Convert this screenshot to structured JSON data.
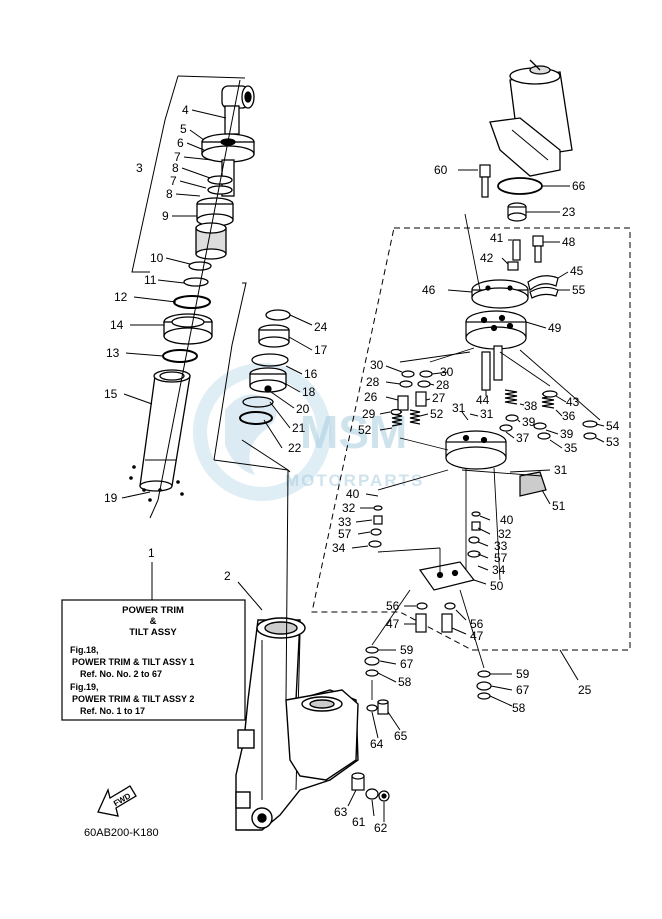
{
  "diagram": {
    "assembly_number": "1",
    "reference_code": "60AB200-K180",
    "fwd_label": "FWD",
    "watermark": {
      "brand": "MSM",
      "tagline": "MOTORPARTS"
    },
    "info_box": {
      "title_line1": "POWER TRIM",
      "title_line2": "&",
      "title_line3": "TILT ASSY",
      "line1": "Fig.18,",
      "line2": "POWER TRIM & TILT ASSY 1",
      "line3": "Ref. No. No. 2 to 67",
      "line4": "Fig.19,",
      "line5": "POWER TRIM & TILT ASSY 2",
      "line6": "Ref. No. 1 to 17"
    },
    "callouts": [
      {
        "id": "c4",
        "label": "4"
      },
      {
        "id": "c5",
        "label": "5"
      },
      {
        "id": "c6",
        "label": "6"
      },
      {
        "id": "c3",
        "label": "3"
      },
      {
        "id": "c7a",
        "label": "7"
      },
      {
        "id": "c8a",
        "label": "8"
      },
      {
        "id": "c7b",
        "label": "7"
      },
      {
        "id": "c8b",
        "label": "8"
      },
      {
        "id": "c9",
        "label": "9"
      },
      {
        "id": "c10",
        "label": "10"
      },
      {
        "id": "c11",
        "label": "11"
      },
      {
        "id": "c12",
        "label": "12"
      },
      {
        "id": "c14",
        "label": "14"
      },
      {
        "id": "c13",
        "label": "13"
      },
      {
        "id": "c15",
        "label": "15"
      },
      {
        "id": "c19",
        "label": "19"
      },
      {
        "id": "c24",
        "label": "24"
      },
      {
        "id": "c17",
        "label": "17"
      },
      {
        "id": "c16",
        "label": "16"
      },
      {
        "id": "c18",
        "label": "18"
      },
      {
        "id": "c20",
        "label": "20"
      },
      {
        "id": "c21",
        "label": "21"
      },
      {
        "id": "c22",
        "label": "22"
      },
      {
        "id": "c2",
        "label": "2"
      },
      {
        "id": "c60",
        "label": "60"
      },
      {
        "id": "c66",
        "label": "66"
      },
      {
        "id": "c23",
        "label": "23"
      },
      {
        "id": "c41",
        "label": "41"
      },
      {
        "id": "c48",
        "label": "48"
      },
      {
        "id": "c42",
        "label": "42"
      },
      {
        "id": "c45",
        "label": "45"
      },
      {
        "id": "c46",
        "label": "46"
      },
      {
        "id": "c55",
        "label": "55"
      },
      {
        "id": "c49",
        "label": "49"
      },
      {
        "id": "c30a",
        "label": "30"
      },
      {
        "id": "c30b",
        "label": "30"
      },
      {
        "id": "c28a",
        "label": "28"
      },
      {
        "id": "c28b",
        "label": "28"
      },
      {
        "id": "c26",
        "label": "26"
      },
      {
        "id": "c27",
        "label": "27"
      },
      {
        "id": "c44",
        "label": "44"
      },
      {
        "id": "c43",
        "label": "43"
      },
      {
        "id": "c38",
        "label": "38"
      },
      {
        "id": "c36",
        "label": "36"
      },
      {
        "id": "c54",
        "label": "54"
      },
      {
        "id": "c29",
        "label": "29"
      },
      {
        "id": "c31a",
        "label": "31"
      },
      {
        "id": "c31b",
        "label": "31"
      },
      {
        "id": "c52a",
        "label": "52"
      },
      {
        "id": "c52b",
        "label": "52"
      },
      {
        "id": "c39a",
        "label": "39"
      },
      {
        "id": "c39b",
        "label": "39"
      },
      {
        "id": "c53",
        "label": "53"
      },
      {
        "id": "c37",
        "label": "37"
      },
      {
        "id": "c35",
        "label": "35"
      },
      {
        "id": "c31c",
        "label": "31"
      },
      {
        "id": "c40a",
        "label": "40"
      },
      {
        "id": "c51",
        "label": "51"
      },
      {
        "id": "c32a",
        "label": "32"
      },
      {
        "id": "c33a",
        "label": "33"
      },
      {
        "id": "c57a",
        "label": "57"
      },
      {
        "id": "c34a",
        "label": "34"
      },
      {
        "id": "c40b",
        "label": "40"
      },
      {
        "id": "c32b",
        "label": "32"
      },
      {
        "id": "c33b",
        "label": "33"
      },
      {
        "id": "c57b",
        "label": "57"
      },
      {
        "id": "c34b",
        "label": "34"
      },
      {
        "id": "c50",
        "label": "50"
      },
      {
        "id": "c56a",
        "label": "56"
      },
      {
        "id": "c56b",
        "label": "56"
      },
      {
        "id": "c47a",
        "label": "47"
      },
      {
        "id": "c47b",
        "label": "47"
      },
      {
        "id": "c59a",
        "label": "59"
      },
      {
        "id": "c67a",
        "label": "67"
      },
      {
        "id": "c58a",
        "label": "58"
      },
      {
        "id": "c25",
        "label": "25"
      },
      {
        "id": "c59b",
        "label": "59"
      },
      {
        "id": "c67b",
        "label": "67"
      },
      {
        "id": "c58b",
        "label": "58"
      },
      {
        "id": "c64",
        "label": "64"
      },
      {
        "id": "c65",
        "label": "65"
      },
      {
        "id": "c63",
        "label": "63"
      },
      {
        "id": "c61",
        "label": "61"
      },
      {
        "id": "c62",
        "label": "62"
      }
    ]
  }
}
